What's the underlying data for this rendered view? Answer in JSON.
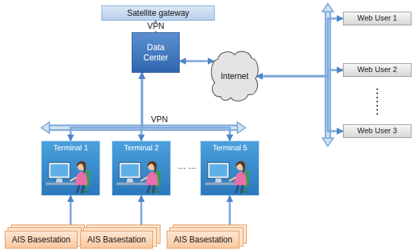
{
  "diagram": {
    "nodes": [
      {
        "text": [
          "Satellite gateway"
        ]
      },
      {
        "text": [
          "Data Center"
        ]
      },
      {
        "text": [
          "Internet"
        ]
      },
      {
        "text": [
          "Web User 1"
        ]
      },
      {
        "text": [
          "Web User 2"
        ]
      },
      {
        "text": [
          "Web User 3"
        ]
      },
      {
        "text": [
          "Terminal 1"
        ]
      },
      {
        "text": [
          "Terminal 2"
        ]
      },
      {
        "text": [
          "Terminal 5"
        ]
      },
      {
        "text": [
          "AIS Basestation"
        ]
      },
      {
        "text": [
          "AIS Basestation"
        ]
      },
      {
        "text": [
          "AIS Basestation"
        ]
      }
    ],
    "edges": [
      {
        "from": 0,
        "to": 1,
        "arrow": "both",
        "label": "VPN"
      },
      {
        "from": 1,
        "to": 2,
        "arrow": "both"
      },
      {
        "from": 2,
        "to": 3,
        "arrow": "both"
      },
      {
        "from": 2,
        "to": 4,
        "arrow": "both"
      },
      {
        "from": 2,
        "to": 5,
        "arrow": "both"
      },
      {
        "from": 1,
        "to": 6,
        "arrow": "both"
      },
      {
        "from": 1,
        "to": 7,
        "arrow": "both"
      },
      {
        "from": 1,
        "to": 8,
        "arrow": "both"
      },
      {
        "from": 9,
        "to": 6,
        "arrow": "to"
      },
      {
        "from": 10,
        "to": 7,
        "arrow": "to"
      },
      {
        "from": 11,
        "to": 8,
        "arrow": "to"
      }
    ],
    "labels": [
      "VPN",
      "… …"
    ]
  }
}
